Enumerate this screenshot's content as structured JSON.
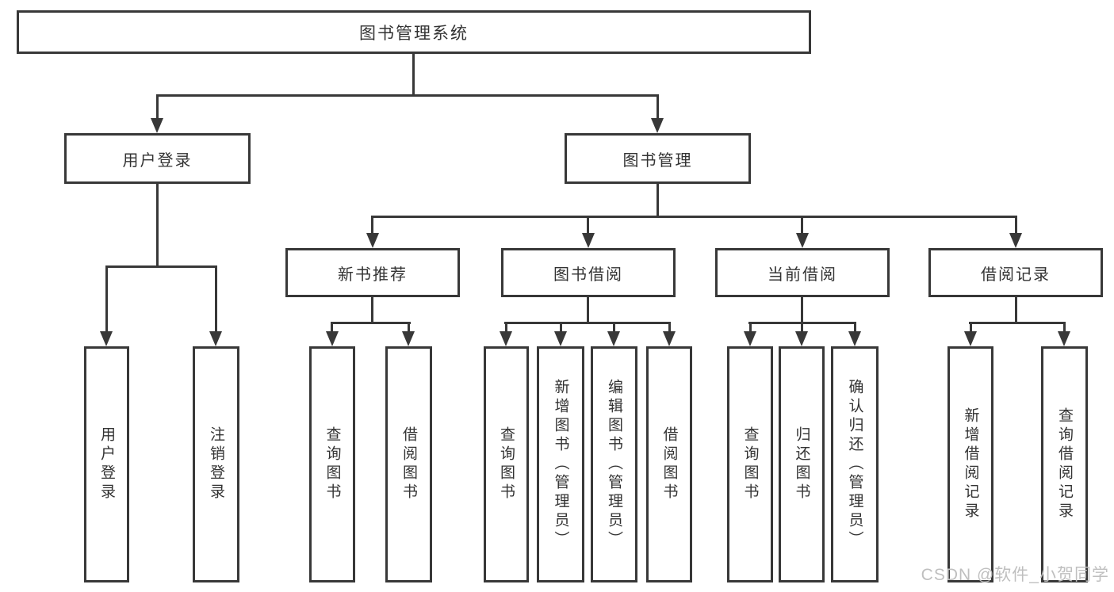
{
  "nodes": {
    "root": "图书管理系统",
    "level2": [
      "用户登录",
      "图书管理"
    ],
    "level3": [
      "新书推荐",
      "图书借阅",
      "当前借阅",
      "借阅记录"
    ],
    "leaves_user_login": [
      "用户登录",
      "注销登录"
    ],
    "leaves_new_book": [
      "查询图书",
      "借阅图书"
    ],
    "leaves_book_borrow": [
      "查询图书",
      "新增图书（管理员）",
      "编辑图书（管理员）",
      "借阅图书"
    ],
    "leaves_current_borrow": [
      "查询图书",
      "归还图书",
      "确认归还（管理员）"
    ],
    "leaves_borrow_records": [
      "新增借阅记录",
      "查询借阅记录"
    ]
  },
  "watermark": "CSDN @软件_小贺同学",
  "colors": {
    "line": "#383838",
    "text": "#333333",
    "watermark": "#bfbfbf",
    "background": "#ffffff"
  }
}
